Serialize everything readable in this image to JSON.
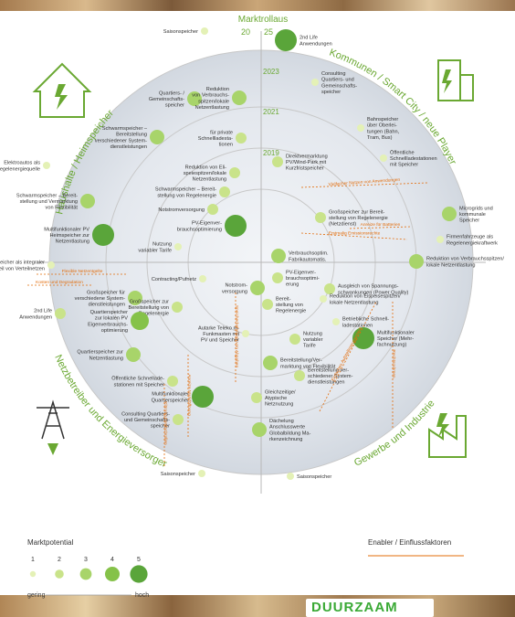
{
  "title": "Marktrollaus",
  "years": [
    "2025",
    "2023",
    "2021",
    "2019",
    "20",
    "25"
  ],
  "quadrants": {
    "top_left": "Haushalte / Heimspeicher",
    "top_right": "Kommunen / Smart City / neue Player",
    "bottom_left": "Netzbetreiber und Energieversorger",
    "bottom_right": "Gewerbe und Industrie"
  },
  "nodes": [
    {
      "id": "n1",
      "text": "Saisonspeicher",
      "size": 1
    },
    {
      "id": "n2",
      "text": "2nd Life\nAnwendungen",
      "size": 5
    },
    {
      "id": "n3",
      "text": "Quartiers- /\nGemeinschafts-\nspeicher",
      "size": 3
    },
    {
      "id": "n4",
      "text": "Reduktion\nvon Verbrauchs-\nspitzen/lokale\nNetzentlastung",
      "size": 3
    },
    {
      "id": "n5",
      "text": "Consulting\nQuartiers- und\nGemeinschafts-\nspeicher",
      "size": 1
    },
    {
      "id": "n6",
      "text": "Schwarmspeicher –\nBereitstellung\nverschiedener System-\ndienstleistungen",
      "size": 3
    },
    {
      "id": "n7",
      "text": "für private\nSchnellladesta-\ntionen",
      "size": 2
    },
    {
      "id": "n8",
      "text": "Bahnspeicher\nüber Oberlei-\ntungen (Bahn,\nTram, Bus)",
      "size": 1
    },
    {
      "id": "n9",
      "text": "Reduktion von Eli-\nspeiespitzen/lokale\nNetzentlastung",
      "size": 2
    },
    {
      "id": "n10",
      "text": "Direktvermarktung\nPV/Wind-Park mit\nKurzfristspeicher",
      "size": 2
    },
    {
      "id": "n11",
      "text": "Elektroautos als\nRegelenergiequelle",
      "size": 1
    },
    {
      "id": "n12",
      "text": "Schwarmspeicher – Bereit-\nstellung von Regelenergie",
      "size": 2
    },
    {
      "id": "n13",
      "text": "Öffentliche\nSchnellladestationen\nmit Speicher",
      "size": 1
    },
    {
      "id": "n14",
      "text": "Schwarmspeicher – Bereit-\nstellung und Vermarktung\nvon Flexibilität",
      "size": 3
    },
    {
      "id": "n15",
      "text": "Notstromversorgung",
      "size": 2
    },
    {
      "id": "n16",
      "text": "Großspeicher zur Bereit-\nstellung von Regelenergie\n(Netzdienst)",
      "size": 2
    },
    {
      "id": "n17",
      "text": "Microgrids und\nkommunale\nSpeicher",
      "size": 3
    },
    {
      "id": "n18",
      "text": "Multifunktionaler PV\nHeimspeicher zur\nNetzentlastung",
      "size": 5
    },
    {
      "id": "n19",
      "text": "PV-Eigenver-\nbrauchsoptimierung",
      "size": 5
    },
    {
      "id": "n20",
      "text": "Nutzung\nvariabler Tarife",
      "size": 1
    },
    {
      "id": "n21",
      "text": "Firmenfahrzeuge als\nRegelenergiekraftwerk",
      "size": 1
    },
    {
      "id": "n22",
      "text": "Speicher als integraler\nBestandteil von Verteilnetzen",
      "size": 1
    },
    {
      "id": "n23",
      "text": "Verbrauchsoptim.\nFabrikautomatis.",
      "size": 3
    },
    {
      "id": "n24",
      "text": "Reduktion von Verbrauchsspitzen/\nlokale Netzentlastung",
      "size": 3
    },
    {
      "id": "n25",
      "text": "Contracting/Pufnetz",
      "size": 1
    },
    {
      "id": "n26",
      "text": "PV-Eigenver-\nbrauchsoptimi-\nerung",
      "size": 2
    },
    {
      "id": "n27",
      "text": "Ausgleich von Spannungs-\nschwankungen (Power Quality)",
      "size": 2
    },
    {
      "id": "n28",
      "text": "2nd Life\nAnwendungen",
      "size": 2
    },
    {
      "id": "n29",
      "text": "Großspeicher für\nverschiedene System-\ndienstleistungen",
      "size": 3
    },
    {
      "id": "n30",
      "text": "Notstrom-\nversorgung",
      "size": 3
    },
    {
      "id": "n31",
      "text": "Reduktion von Eispeisespitzen/\nlokale Netzentlastung",
      "size": 1
    },
    {
      "id": "n32",
      "text": "Großspeicher zur\nBereitstellung von\nRegelenergie",
      "size": 2
    },
    {
      "id": "n33",
      "text": "Quartierspeicher\nzur lokalen PV\nEigenverbrauchs-\noptimierung",
      "size": 4
    },
    {
      "id": "n34",
      "text": "Bereit-\nstellung von\nRegelenergie",
      "size": 2
    },
    {
      "id": "n35",
      "text": "Betriebliche Schnell-\nladestationen",
      "size": 1
    },
    {
      "id": "n36",
      "text": "Autarke Teleko m-\nFunkmasten mit\nPV und Speicher",
      "size": 1
    },
    {
      "id": "n37",
      "text": "Multifunktionaler\nSpeicher (Mehr-\nfachnutzung)",
      "size": 5
    },
    {
      "id": "n38",
      "text": "Nutzung\nvariabler\nTarife",
      "size": 2
    },
    {
      "id": "n39",
      "text": "Quartierspeicher zur\nNetzentlastung",
      "size": 3
    },
    {
      "id": "n40",
      "text": "Bereitstellung/Ver-\nmarktung von Flexibilität",
      "size": 3
    },
    {
      "id": "n41",
      "text": "Öffentliche Schnellade-\nstationen mit Speicher",
      "size": 2
    },
    {
      "id": "n42",
      "text": "Bereitstellung ver-\nschiedener System-\ndienstleistungen",
      "size": 2
    },
    {
      "id": "n43",
      "text": "Multifunktionaler\nQuartierspeicher",
      "size": 5
    },
    {
      "id": "n44",
      "text": "Gleichzeitige/\nAtypische\nNetznutzung",
      "size": 2
    },
    {
      "id": "n45",
      "text": "Consulting Quartiers-\nund Gemeinschafts-\nspeicher",
      "size": 2
    },
    {
      "id": "n46",
      "text": "Dächelung\nAnschlusswerte\nGlobalbildung Ma-\nrkenzeichnung",
      "size": 3
    },
    {
      "id": "n47",
      "text": "Saisonspeicher",
      "size": 1
    },
    {
      "id": "n48",
      "text": "Saisonspeicher",
      "size": 1
    }
  ],
  "enabler_labels": [
    "Flexible Netzentgelte",
    "Kosten und Degradation",
    "Vielfacher Nutzen von Anwendungen",
    "Erstmalig Emissionsrechte",
    "Anreize für Batterien",
    "Einfaches Aufstellmanagement",
    "Rechtsrahmen",
    "Anreize Marktöffnung",
    "Speicherbefreiung von Abgaben",
    "Klärung Dreifachrollen"
  ],
  "legend": {
    "title": "Marktpotential",
    "scale": [
      "1",
      "2",
      "3",
      "4",
      "5"
    ],
    "low": "gering",
    "high": "hoch",
    "enabler_title": "Enabler / Einflussfaktoren"
  },
  "brand": "DUURZAAM",
  "colors": {
    "green": "#6aa832",
    "orange": "#e36c0a",
    "grey": "#cccccc"
  }
}
